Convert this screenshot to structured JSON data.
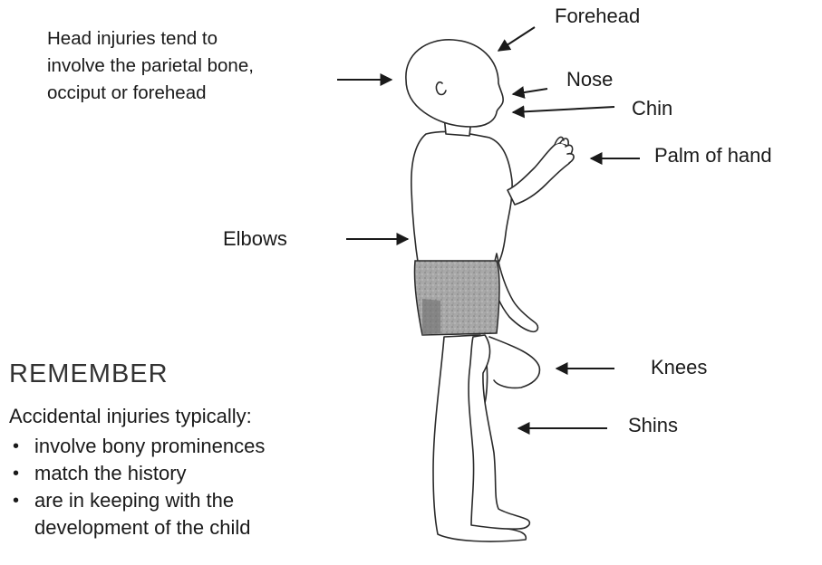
{
  "labels": {
    "forehead": "Forehead",
    "nose": "Nose",
    "chin": "Chin",
    "palm_of_hand": "Palm of hand",
    "elbows": "Elbows",
    "knees": "Knees",
    "shins": "Shins"
  },
  "head_note": {
    "line1": "Head injuries tend to",
    "line2": "involve the parietal bone,",
    "line3": "occiput or forehead"
  },
  "remember": {
    "title": "REMEMBER",
    "intro": "Accidental injuries typically:",
    "items": [
      {
        "text": "involve bony prominences"
      },
      {
        "text": "match the history"
      },
      {
        "text": "are in keeping with the",
        "continuation": "development of the child"
      }
    ],
    "bullet": "•"
  },
  "colors": {
    "ink": "#1a1a1a",
    "shorts": "#9a9a9a",
    "skin": "#ffffff"
  }
}
